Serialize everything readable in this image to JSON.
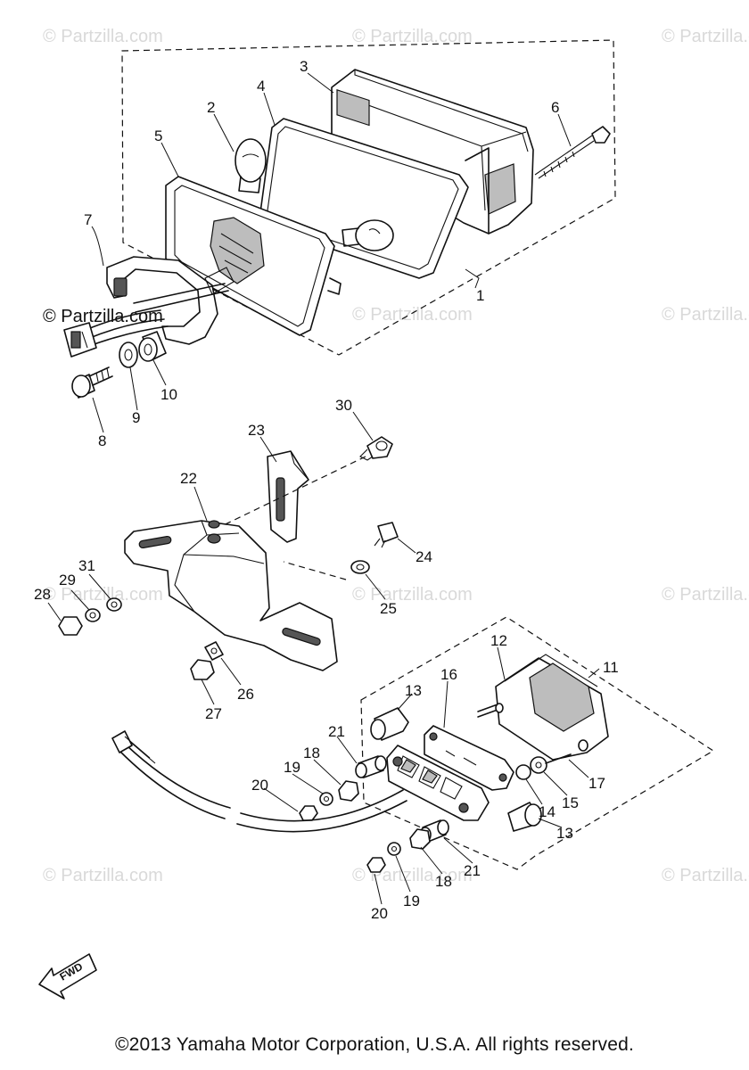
{
  "watermark": "© Partzilla.com",
  "watermark_dark": "© Partzilla.com",
  "callouts": [
    "1",
    "2",
    "3",
    "4",
    "5",
    "6",
    "7",
    "8",
    "9",
    "10",
    "11",
    "12",
    "13",
    "13",
    "14",
    "15",
    "16",
    "17",
    "18",
    "18",
    "19",
    "19",
    "20",
    "20",
    "21",
    "21",
    "22",
    "23",
    "24",
    "25",
    "26",
    "27",
    "28",
    "29",
    "30",
    "31"
  ],
  "fwd_label": "FWD",
  "copyright": "©2013 Yamaha Motor Corporation, U.S.A. All rights reserved."
}
